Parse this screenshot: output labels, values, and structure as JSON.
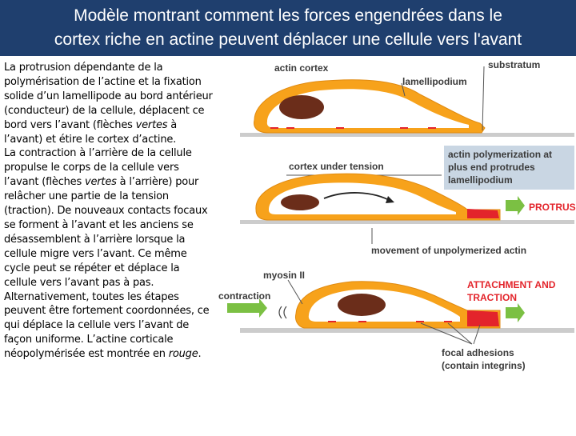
{
  "title": {
    "line1": "Modèle montrant comment les forces engendrées dans le",
    "line2": "cortex riche en actine peuvent déplacer une cellule vers l'avant"
  },
  "description": {
    "p1_a": "La protrusion dépendante de la polymérisation de l’actine et la fixation solide d’un lamellipode au bord antérieur (conducteur) de la cellule, déplacent ce bord vers l’avant (flèches ",
    "p1_vertes": "vertes",
    "p1_b": " à l’avant) et étire le cortex d’actine.",
    "p2_a": "La contraction à l’arrière de la cellule propulse le corps de la cellule vers l’avant (flèches ",
    "p2_vertes": "vertes",
    "p2_b": " à l’arrière) pour relâcher une partie de la tension (traction). De nouveaux contacts focaux se forment à l’avant et les anciens se désassemblent à l’arrière lorsque la cellule migre vers l’avant. Ce même cycle peut se répéter et déplace la cellule vers l’avant pas à pas. Alternativement, toutes les étapes peuvent être fortement coordonnées, ce qui déplace la cellule vers l’avant de façon uniforme. L’actine corticale néopolymérisée est montrée en ",
    "p2_rouge": "rouge",
    "p2_end": "."
  },
  "figure_labels": {
    "actin_cortex": "actin cortex",
    "substratum": "substratum",
    "lamellipodium": "lamellipodium",
    "cortex_under_tension": "cortex under tension",
    "polymerization_line1": "actin polymerization at",
    "polymerization_line2": "plus end protrudes",
    "polymerization_line3": "lamellipodium",
    "protrusion": "PROTRUSION",
    "movement": "movement of unpolymerized actin",
    "myosin": "myosin II",
    "contraction": "contraction",
    "attachment_line1": "ATTACHMENT AND",
    "attachment_line2": "TRACTION",
    "focal_line1": "focal adhesions",
    "focal_line2": "(contain integrins)"
  },
  "colors": {
    "header_bg": "#1f3f6e",
    "cortex_orange": "#f7a21b",
    "nucleus": "#6b2d1a",
    "substratum": "#cccccc",
    "new_actin_red": "#e3242b",
    "arrow_green": "#7bc043",
    "label_highlight": "#c9d6e3",
    "label_text": "#3a3a3a"
  }
}
